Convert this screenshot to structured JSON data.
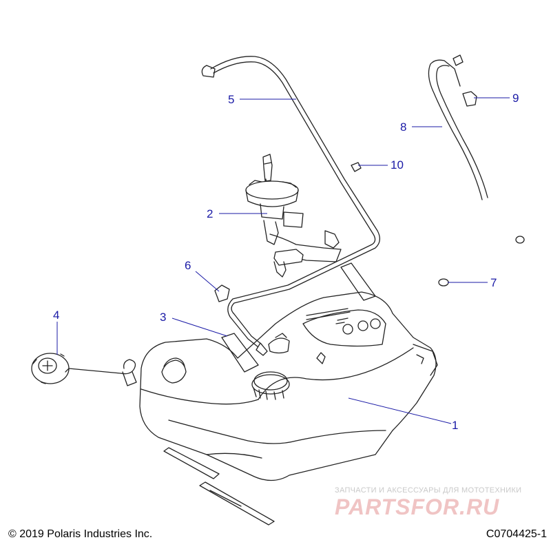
{
  "callouts": [
    {
      "id": "1",
      "label": "1"
    },
    {
      "id": "2",
      "label": "2"
    },
    {
      "id": "3",
      "label": "3"
    },
    {
      "id": "4",
      "label": "4"
    },
    {
      "id": "5",
      "label": "5"
    },
    {
      "id": "6",
      "label": "6"
    },
    {
      "id": "7",
      "label": "7"
    },
    {
      "id": "8",
      "label": "8"
    },
    {
      "id": "9",
      "label": "9"
    },
    {
      "id": "10",
      "label": "10"
    }
  ],
  "footer": {
    "copyright": "© 2019 Polaris Industries Inc.",
    "drawing_number": "C0704425-1"
  },
  "watermark": {
    "tagline": "ЗАПЧАСТИ И АКСЕССУАРЫ ДЛЯ МОТОТЕХНИКИ",
    "logo": "PARTSFOR.RU"
  },
  "colors": {
    "callout": "#1a1aa6",
    "line_art": "#222222",
    "watermark_logo": "#f0c4c4"
  }
}
